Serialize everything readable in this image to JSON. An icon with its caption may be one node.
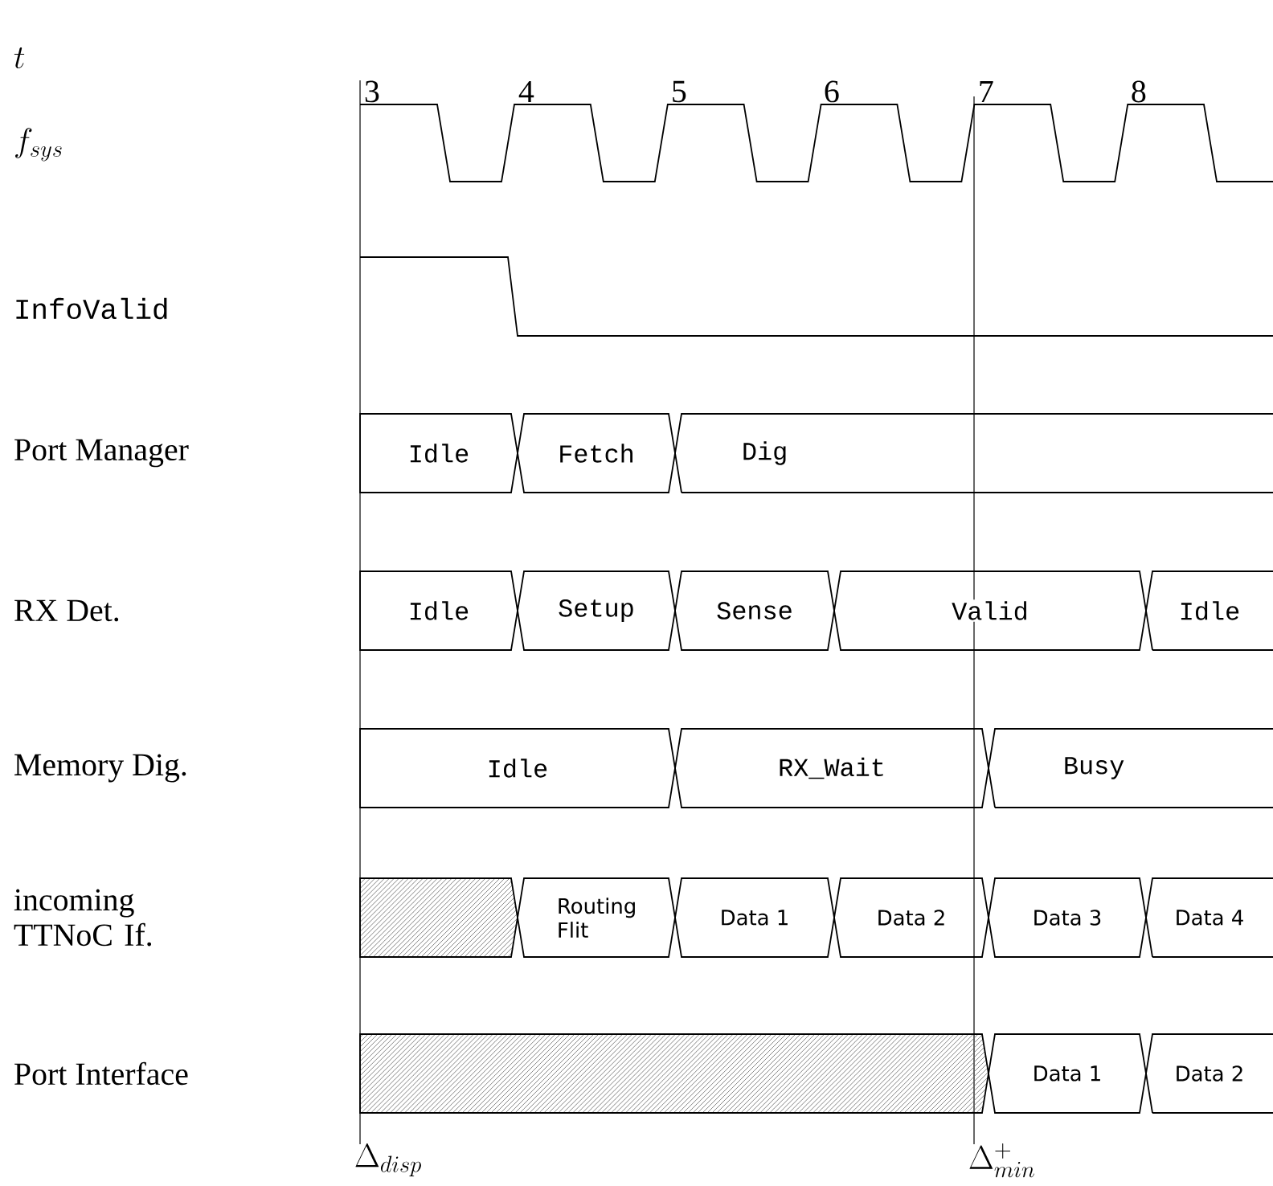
{
  "diagram": {
    "nodes": [
      {
        "text": [
          "Idle"
        ]
      },
      {
        "text": [
          "Fetch"
        ]
      },
      {
        "text": [
          "Dig"
        ]
      },
      {
        "text": [
          "Idle"
        ]
      },
      {
        "text": [
          "Setup"
        ]
      },
      {
        "text": [
          "Sense"
        ]
      },
      {
        "text": [
          "Valid"
        ]
      },
      {
        "text": [
          "Idle"
        ]
      },
      {
        "text": [
          "Idle"
        ]
      },
      {
        "text": [
          "RX_Wait"
        ]
      },
      {
        "text": [
          "Busy"
        ]
      },
      {
        "text": [],
        "shape": "box"
      },
      {
        "text": [
          "Routing Flit"
        ]
      },
      {
        "text": [
          "Data 1"
        ]
      },
      {
        "text": [
          "Data 2"
        ]
      },
      {
        "text": [
          "Data 3"
        ]
      },
      {
        "text": [
          "Data 4"
        ]
      },
      {
        "text": [],
        "shape": "box"
      },
      {
        "text": [
          "Data 1"
        ]
      },
      {
        "text": [
          "Data 2"
        ]
      }
    ],
    "labels": [
      "t",
      "3",
      "4",
      "5",
      "6",
      "7",
      "8",
      "f_{sys}",
      "InfoValid",
      "Port Manager",
      "RX Det.",
      "Memory Dig.",
      "incoming TTNoC If.",
      "Port Interface",
      "\\Delta_{disp}",
      "\\Delta^{+}_{min}"
    ]
  }
}
